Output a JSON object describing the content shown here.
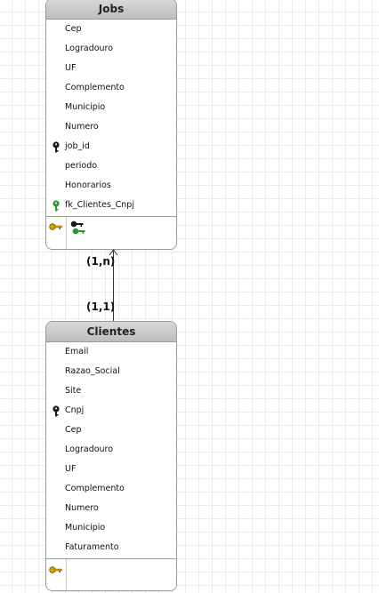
{
  "entities": {
    "jobs": {
      "title": "Jobs",
      "attributes": [
        {
          "name": "Cep",
          "key": ""
        },
        {
          "name": "Logradouro",
          "key": ""
        },
        {
          "name": "UF",
          "key": ""
        },
        {
          "name": "Complemento",
          "key": ""
        },
        {
          "name": "Municipio",
          "key": ""
        },
        {
          "name": "Numero",
          "key": ""
        },
        {
          "name": "job_id",
          "key": "primary"
        },
        {
          "name": "periodo",
          "key": ""
        },
        {
          "name": "Honorarios",
          "key": ""
        },
        {
          "name": "fk_Clientes_Cnpj",
          "key": "foreign"
        }
      ]
    },
    "clientes": {
      "title": "Clientes",
      "attributes": [
        {
          "name": "Email",
          "key": ""
        },
        {
          "name": "Razao_Social",
          "key": ""
        },
        {
          "name": "Site",
          "key": ""
        },
        {
          "name": "Cnpj",
          "key": "primary"
        },
        {
          "name": "Cep",
          "key": ""
        },
        {
          "name": "Logradouro",
          "key": ""
        },
        {
          "name": "UF",
          "key": ""
        },
        {
          "name": "Complemento",
          "key": ""
        },
        {
          "name": "Numero",
          "key": ""
        },
        {
          "name": "Municipio",
          "key": ""
        },
        {
          "name": "Faturamento",
          "key": ""
        }
      ]
    }
  },
  "relationship": {
    "cardinality_jobs": "(1,n)",
    "cardinality_clientes": "(1,1)"
  },
  "colors": {
    "primary_key": "#1a1a1a",
    "foreign_key": "#2a9a2a",
    "footer_key": "#d4a100"
  }
}
